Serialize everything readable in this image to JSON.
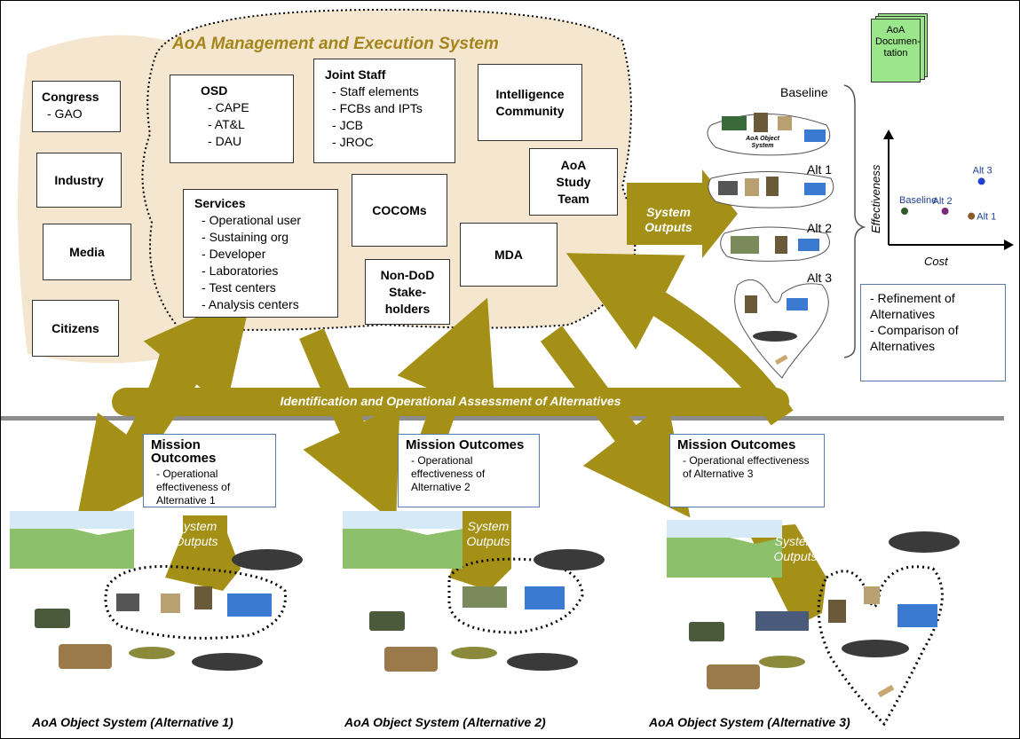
{
  "system_title": "AoA Management and Execution System",
  "outer": [
    "Congress",
    "- GAO",
    "Industry",
    "Media",
    "Citizens"
  ],
  "osd": {
    "title": "OSD",
    "items": [
      "CAPE",
      "AT&L",
      "DAU"
    ]
  },
  "joint_staff": {
    "title": "Joint Staff",
    "items": [
      "Staff elements",
      "FCBs and IPTs",
      "JCB",
      "JROC"
    ]
  },
  "intel": "Intelligence Community",
  "services": {
    "title": "Services",
    "items": [
      "Operational user",
      "Sustaining org",
      "Developer",
      "Laboratories",
      "Test centers",
      "Analysis centers"
    ]
  },
  "cocoms": "COCOMs",
  "study_team": "AoA Study Team",
  "mda": "MDA",
  "non_dod": "Non-DoD Stake-holders",
  "system_outputs": "System Outputs",
  "identification_banner": "Identification and Operational Assessment of Alternatives",
  "documentation": "AoA Documen-tation",
  "alt_labels": [
    "Baseline",
    "Alt 1",
    "Alt 2",
    "Alt 3"
  ],
  "object_system_label": "AoA Object System",
  "refinement": [
    "- Refinement of Alternatives",
    "- Comparison of Alternatives"
  ],
  "mission_outcomes": [
    {
      "title": "Mission Outcomes",
      "item": "- Operational effectiveness of Alternative 1"
    },
    {
      "title": "Mission Outcomes",
      "item": "- Operational effectiveness of Alternative 2"
    },
    {
      "title": "Mission Outcomes",
      "item": "- Operational effectiveness of Alternative 3"
    }
  ],
  "captions": [
    "AoA Object System (Alternative 1)",
    "AoA Object System (Alternative 2)",
    "AoA Object System (Alternative 3)"
  ],
  "chart_data": {
    "type": "scatter",
    "xlabel": "Cost",
    "ylabel": "Effectiveness",
    "points": [
      {
        "label": "Baseline",
        "x": 1.0,
        "y": 1.0,
        "color": "#2e5a2e"
      },
      {
        "label": "Alt 2",
        "x": 3.0,
        "y": 1.0,
        "color": "#7a2a7a"
      },
      {
        "label": "Alt 1",
        "x": 4.3,
        "y": 0.8,
        "color": "#8a5a2a"
      },
      {
        "label": "Alt 3",
        "x": 4.8,
        "y": 2.2,
        "color": "#1f3fd0"
      }
    ]
  },
  "colors": {
    "arrow": "#a49016",
    "cloud": "#f5e6cf",
    "accent": "#1f3fd0"
  }
}
